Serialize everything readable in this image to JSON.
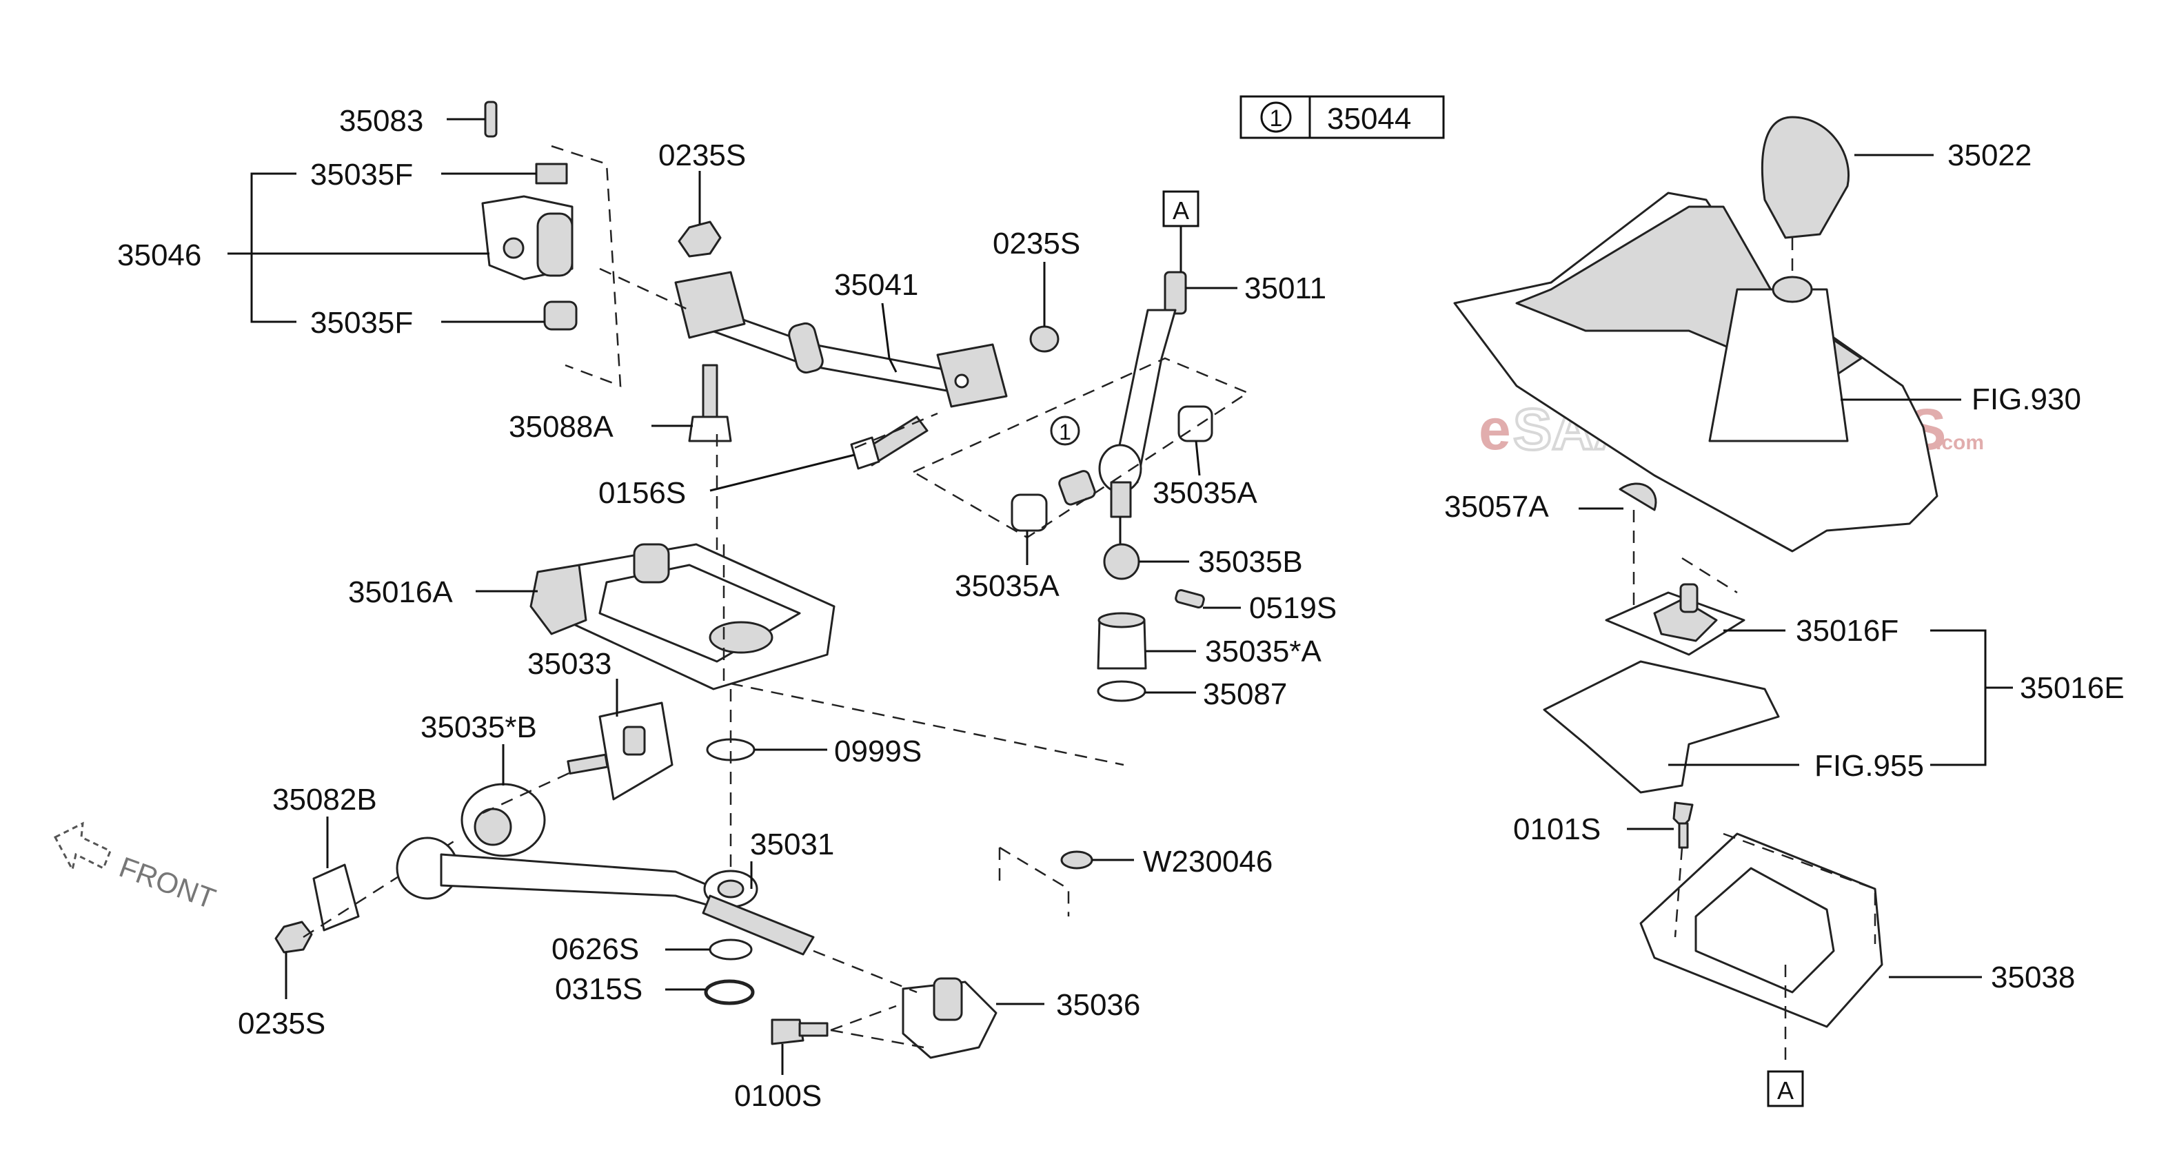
{
  "diagram": {
    "reference_table": {
      "symbol": "1",
      "part": "35044"
    },
    "ref_marker": "A",
    "callout_symbol": "1",
    "front_label": "FRONT",
    "watermark": {
      "brand_prefix": "e",
      "brand_main": "SAAB",
      "brand_accent": "PARTS",
      "domain": ".com"
    },
    "labels": {
      "l35083": "35083",
      "l35035F_top": "35035F",
      "l35046": "35046",
      "l35035F_bottom": "35035F",
      "l0235S_top": "0235S",
      "l35041": "35041",
      "l0235S_mid": "0235S",
      "l35011": "35011",
      "l35088A": "35088A",
      "l0156S": "0156S",
      "l35035A_right": "35035A",
      "l35035A_left": "35035A",
      "l35035B": "35035B",
      "l0519S": "0519S",
      "l35035starA": "35035*A",
      "l35087": "35087",
      "l35016A": "35016A",
      "l35033": "35033",
      "l35035starB": "35035*B",
      "l0999S": "0999S",
      "l35082B": "35082B",
      "l35031": "35031",
      "lW230046": "W230046",
      "l0626S": "0626S",
      "l0315S": "0315S",
      "l35036": "35036",
      "l0235S_bottom": "0235S",
      "l0100S": "0100S",
      "l35022": "35022",
      "lFIG930": "FIG.930",
      "l35057A": "35057A",
      "l35016F": "35016F",
      "l35016E": "35016E",
      "lFIG955": "FIG.955",
      "l0101S": "0101S",
      "l35038": "35038"
    }
  }
}
